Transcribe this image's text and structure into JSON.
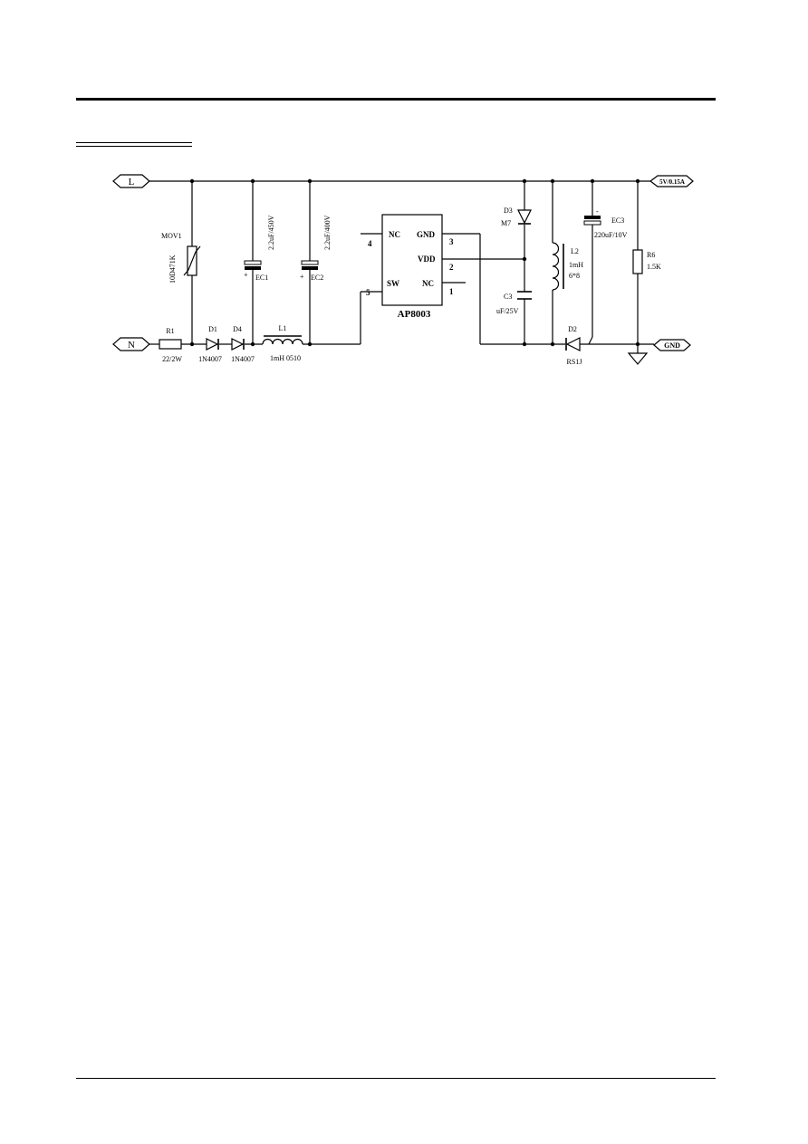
{
  "schematic": {
    "ports": {
      "l": "L",
      "n": "N",
      "out": "5V/0.15A",
      "gnd": "GND"
    },
    "components": {
      "mov1": {
        "ref": "MOV1",
        "value": "10D471K"
      },
      "ec1": {
        "ref": "EC1",
        "value": "2.2uF/450V",
        "polarity": "+"
      },
      "ec2": {
        "ref": "EC2",
        "value": "2.2uF/400V",
        "polarity": "+"
      },
      "r1": {
        "ref": "R1",
        "value": "22/2W"
      },
      "d1": {
        "ref": "D1",
        "value": "1N4007"
      },
      "d4": {
        "ref": "D4",
        "value": "1N4007"
      },
      "l1": {
        "ref": "L1",
        "value": "1mH 0510"
      },
      "u1": {
        "name": "AP8003",
        "pins": [
          {
            "num": "4",
            "name": "NC"
          },
          {
            "num": "5",
            "name": "SW"
          },
          {
            "num": "3",
            "name": "GND"
          },
          {
            "num": "2",
            "name": "VDD"
          },
          {
            "num": "1",
            "name": "NC"
          }
        ]
      },
      "d3": {
        "ref": "D3",
        "value": "M7"
      },
      "c3": {
        "ref": "C3",
        "value": "uF/25V"
      },
      "l2": {
        "ref": "L2",
        "value": "1mH",
        "size": "6*8"
      },
      "ec3": {
        "ref": "EC3",
        "value": "220uF/10V",
        "polarity": "-"
      },
      "r6": {
        "ref": "R6",
        "value": "1.5K"
      },
      "d2": {
        "ref": "D2",
        "value": "RS1J"
      }
    }
  }
}
